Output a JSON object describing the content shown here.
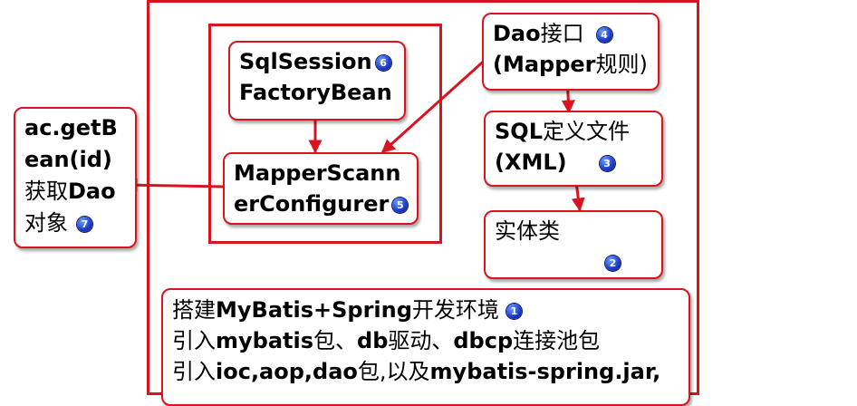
{
  "colors": {
    "accent": "#d9141e",
    "badge": "#1f3fcf"
  },
  "nodes": {
    "sqlsession": {
      "line1": "SqlSession",
      "line2": "FactoryBean",
      "badge": "6"
    },
    "scanner": {
      "line1": "MapperScann",
      "line2": "erConfigurer",
      "badge": "5"
    },
    "dao": {
      "line1_bold": "Dao",
      "line1_rest": "接口",
      "line2_a": "(Mapper",
      "line2_b": "规则)",
      "badge": "4"
    },
    "sql": {
      "line1_bold": "SQL",
      "line1_rest": "定义文件",
      "line2": "(XML)",
      "badge": "3"
    },
    "entity": {
      "label": "实体类",
      "badge": "2"
    },
    "getbean": {
      "line1": "ac.getB",
      "line2": "ean(id)",
      "line3_a": "获取",
      "line3_b": "Dao",
      "line4": "对象",
      "badge": "7"
    },
    "setup": {
      "line1_a": "搭建",
      "line1_b": "MyBatis+Spring",
      "line1_c": "开发环境",
      "badge": "1",
      "line2_a": "引入",
      "line2_b": "mybatis",
      "line2_c": "包、",
      "line2_d": "db",
      "line2_e": "驱动、",
      "line2_f": "dbcp",
      "line2_g": "连接池包",
      "line3_a": "引入",
      "line3_b": "ioc,aop,dao",
      "line3_c": "包,以及",
      "line3_d": "mybatis-spring.jar,"
    }
  }
}
